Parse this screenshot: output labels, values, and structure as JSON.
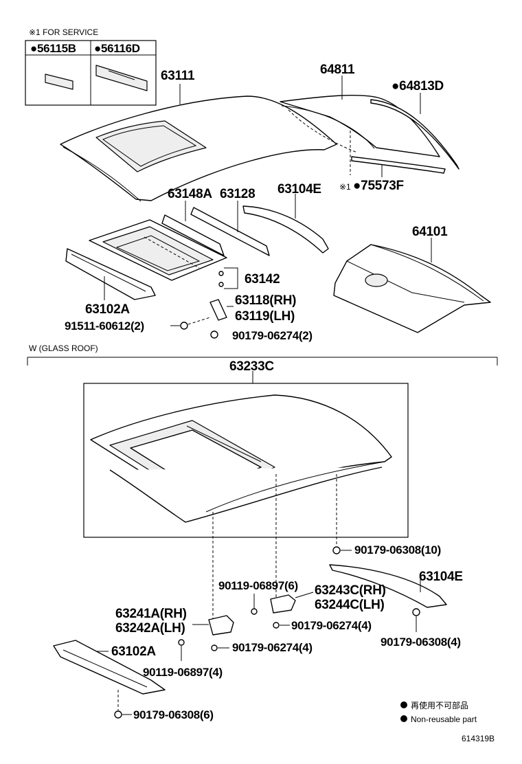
{
  "service_note": "※1 FOR SERVICE",
  "service_parts": [
    "●56115B",
    "●56116D"
  ],
  "upper_labels": {
    "roof_panel": "63111",
    "windshield_moulding": "64811",
    "moulding_d": "●64813D",
    "clip_ref": "※1",
    "clip": "●75573F",
    "rail_a": "63148A",
    "rail": "63128",
    "rail_e": "63104E",
    "back_panel": "64101",
    "bracket": "63142",
    "bracket_rh": "63118(RH)",
    "bracket_lh": "63119(LH)",
    "front_rail": "63102A",
    "screw_upper": "91511-60612(2)",
    "nut_upper": "90179-06274(2)"
  },
  "section_header": "W (GLASS ROOF)",
  "lower_labels": {
    "glass_roof_assy": "63233C",
    "nut_10": "90179-06308(10)",
    "rail_e": "63104E",
    "bolt_6": "90119-06897(6)",
    "bracket_rh": "63243C(RH)",
    "bracket_lh": "63244C(LH)",
    "nut_4a": "90179-06274(4)",
    "nut_4b": "90179-06308(4)",
    "bracket2_rh": "63241A(RH)",
    "bracket2_lh": "63242A(LH)",
    "nut_4c": "90179-06274(4)",
    "front_rail": "63102A",
    "bolt_4": "90119-06897(4)",
    "nut_6": "90179-06308(6)"
  },
  "legend": [
    "再使用不可部品",
    "Non-reusable part"
  ],
  "figure_code": "614319B"
}
